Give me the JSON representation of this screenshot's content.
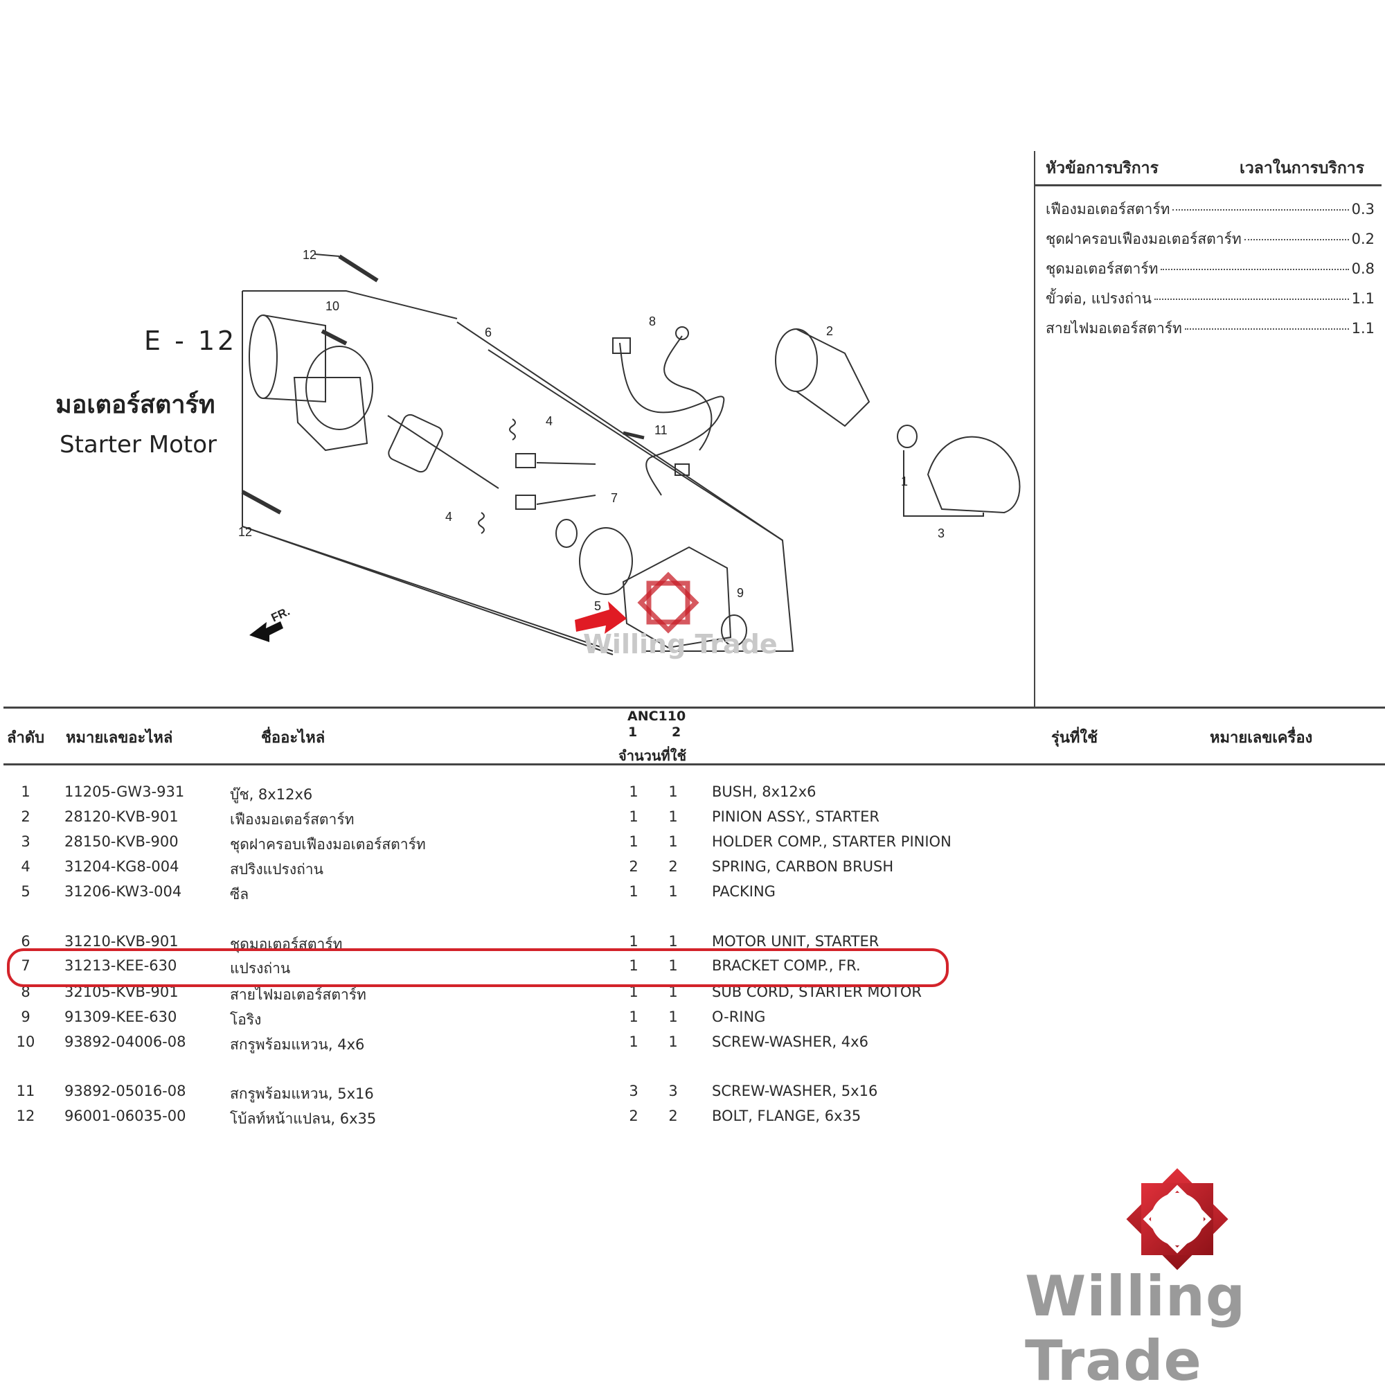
{
  "section": {
    "code": "E - 12",
    "title_th": "มอเตอร์สตาร์ท",
    "title_en": "Starter Motor"
  },
  "service": {
    "header_topic": "หัวข้อการบริการ",
    "header_time": "เวลาในการบริการ",
    "items": [
      {
        "label": "เฟืองมอเตอร์สตาร์ท",
        "time": "0.3"
      },
      {
        "label": "ชุดฝาครอบเฟืองมอเตอร์สตาร์ท",
        "time": "0.2"
      },
      {
        "label": "ชุดมอเตอร์สตาร์ท",
        "time": "0.8"
      },
      {
        "label": "ขั้วต่อ, แปรงถ่าน",
        "time": "1.1"
      },
      {
        "label": "สายไฟมอเตอร์สตาร์ท",
        "time": "1.1"
      }
    ]
  },
  "diagram": {
    "fr_label": "FR.",
    "callouts": [
      "1",
      "2",
      "3",
      "4",
      "4",
      "5",
      "6",
      "7",
      "8",
      "9",
      "10",
      "11",
      "12",
      "12"
    ]
  },
  "table": {
    "headers": {
      "no": "ลำดับ",
      "part_no": "หมายเลขอะไหล่",
      "name": "ชื่ออะไหล่",
      "model": "ANC110",
      "col1": "1",
      "col2": "2",
      "qty": "จำนวนที่ใช้",
      "usage": "รุ่นที่ใช้",
      "engine_no": "หมายเลขเครื่อง"
    },
    "rows": [
      {
        "no": "1",
        "part_no": "11205-GW3-931",
        "name_th": "บู๊ช, 8x12x6",
        "q1": "1",
        "q2": "1",
        "name_en": "BUSH, 8x12x6"
      },
      {
        "no": "2",
        "part_no": "28120-KVB-901",
        "name_th": "เฟืองมอเตอร์สตาร์ท",
        "q1": "1",
        "q2": "1",
        "name_en": "PINION ASSY., STARTER"
      },
      {
        "no": "3",
        "part_no": "28150-KVB-900",
        "name_th": "ชุดฝาครอบเฟืองมอเตอร์สตาร์ท",
        "q1": "1",
        "q2": "1",
        "name_en": "HOLDER COMP., STARTER PINION"
      },
      {
        "no": "4",
        "part_no": "31204-KG8-004",
        "name_th": "สปริงแปรงถ่าน",
        "q1": "2",
        "q2": "2",
        "name_en": "SPRING, CARBON BRUSH"
      },
      {
        "no": "5",
        "part_no": "31206-KW3-004",
        "name_th": "ซีล",
        "q1": "1",
        "q2": "1",
        "name_en": "PACKING"
      },
      {
        "no": "6",
        "part_no": "31210-KVB-901",
        "name_th": "ชุดมอเตอร์สตาร์ท",
        "q1": "1",
        "q2": "1",
        "name_en": "MOTOR UNIT, STARTER"
      },
      {
        "no": "7",
        "part_no": "31213-KEE-630",
        "name_th": "แปรงถ่าน",
        "q1": "1",
        "q2": "1",
        "name_en": "BRACKET COMP., FR."
      },
      {
        "no": "8",
        "part_no": "32105-KVB-901",
        "name_th": "สายไฟมอเตอร์สตาร์ท",
        "q1": "1",
        "q2": "1",
        "name_en": "SUB CORD, STARTER MOTOR"
      },
      {
        "no": "9",
        "part_no": "91309-KEE-630",
        "name_th": "โอริง",
        "q1": "1",
        "q2": "1",
        "name_en": "O-RING"
      },
      {
        "no": "10",
        "part_no": "93892-04006-08",
        "name_th": "สกรูพร้อมแหวน, 4x6",
        "q1": "1",
        "q2": "1",
        "name_en": "SCREW-WASHER, 4x6"
      },
      {
        "no": "11",
        "part_no": "93892-05016-08",
        "name_th": "สกรูพร้อมแหวน, 5x16",
        "q1": "3",
        "q2": "3",
        "name_en": "SCREW-WASHER, 5x16"
      },
      {
        "no": "12",
        "part_no": "96001-06035-00",
        "name_th": "โบ้ลท์หน้าแปลน, 6x35",
        "q1": "2",
        "q2": "2",
        "name_en": "BOLT, FLANGE, 6x35"
      }
    ],
    "highlighted_row": "7"
  },
  "brand": {
    "name": "Willing Trade",
    "watermark": "Willing Trade",
    "color": "#c8202a"
  }
}
